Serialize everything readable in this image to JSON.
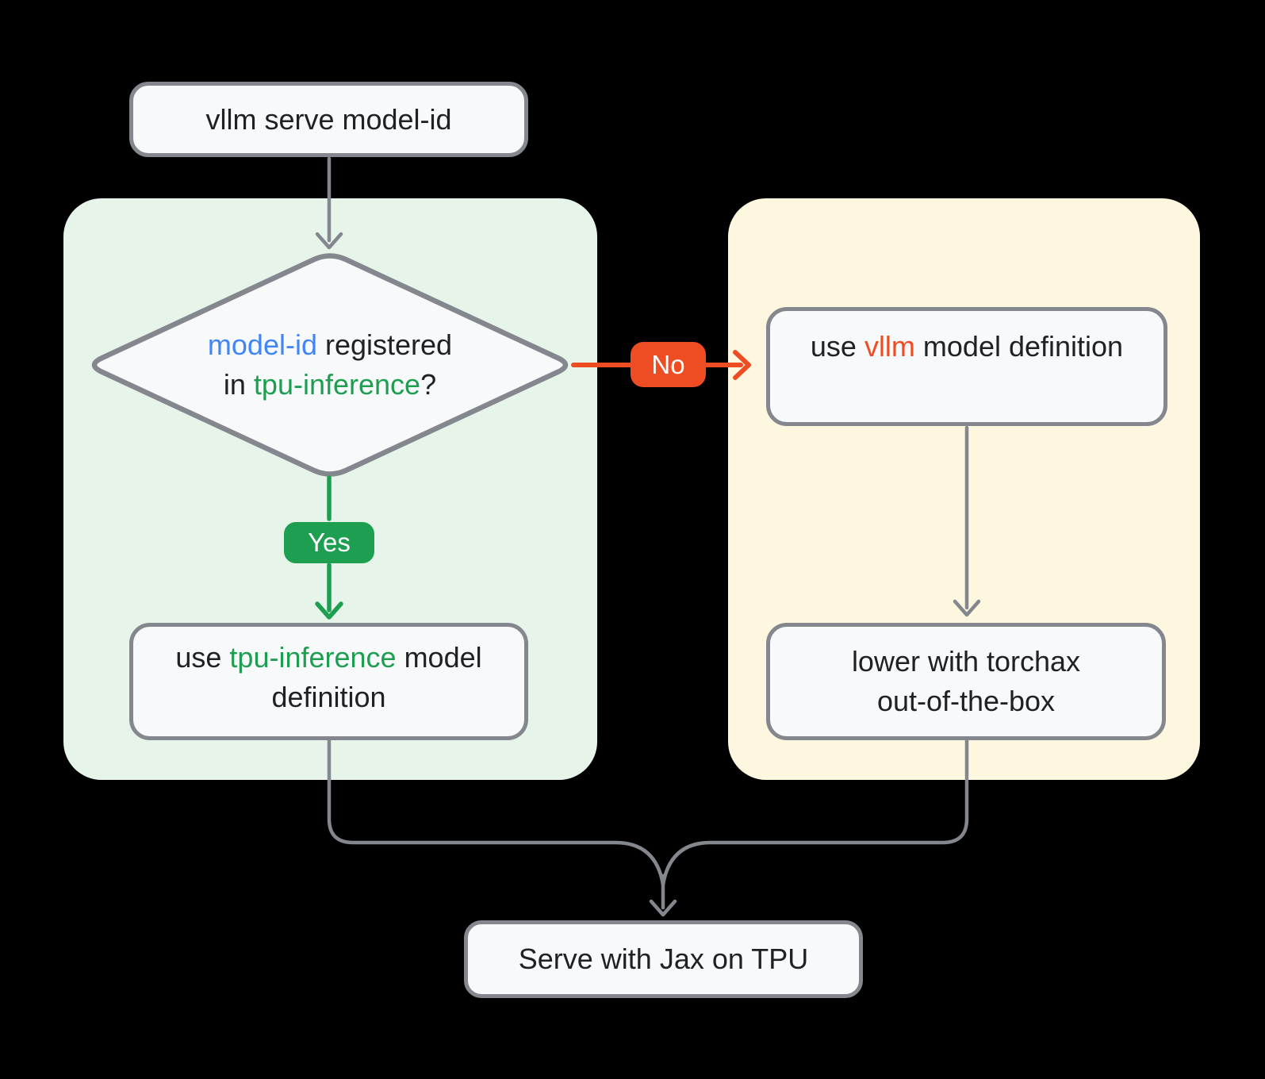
{
  "colors": {
    "background": "#000000",
    "panel_green": "#e6f4ea",
    "panel_yellow": "#fdf7e0",
    "node_fill": "#f8f9fa",
    "node_border": "#84888e",
    "connector_gray": "#84888e",
    "accent_blue": "#4285f4",
    "accent_green": "#1e9e50",
    "accent_orange": "#ee4d23",
    "text_dark": "#202124",
    "badge_text": "#ffffff"
  },
  "flowchart": {
    "start": {
      "label": "vllm serve model-id"
    },
    "decision": {
      "line1": [
        {
          "text": "model-id",
          "color": "blue"
        },
        {
          "text": " registered",
          "color": "default"
        }
      ],
      "line2": [
        {
          "text": "in ",
          "color": "default"
        },
        {
          "text": "tpu-inference",
          "color": "green"
        },
        {
          "text": "?",
          "color": "default"
        }
      ]
    },
    "branches": {
      "yes": "Yes",
      "no": "No"
    },
    "use_vllm": {
      "segments": [
        {
          "text": "use ",
          "color": "default"
        },
        {
          "text": "vllm",
          "color": "orange"
        },
        {
          "text": " model definition",
          "color": "default"
        }
      ]
    },
    "use_tpu": {
      "line1": [
        {
          "text": "use ",
          "color": "default"
        },
        {
          "text": "tpu-inference",
          "color": "green"
        },
        {
          "text": " model",
          "color": "default"
        }
      ],
      "line2": [
        {
          "text": "definition",
          "color": "default"
        }
      ]
    },
    "torchax": {
      "line1": "lower with torchax",
      "line2": "out-of-the-box"
    },
    "serve": {
      "label": "Serve with Jax on TPU"
    }
  }
}
